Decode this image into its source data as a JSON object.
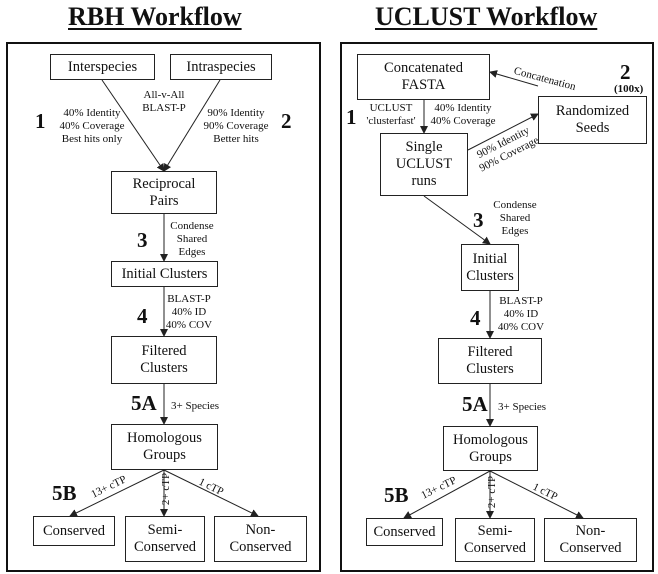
{
  "rbh": {
    "title": "RBH Workflow",
    "boxes": {
      "interspecies": "Interspecies",
      "intraspecies": "Intraspecies",
      "reciprocal": "Reciprocal\nPairs",
      "initial": "Initial Clusters",
      "filtered": "Filtered\nClusters",
      "homologous": "Homologous\nGroups",
      "conserved": "Conserved",
      "semi": "Semi-\nConserved",
      "non": "Non-\nConserved"
    },
    "labels": {
      "all_v_all": "All-v-All\nBLAST-P",
      "step1_params": "40% Identity\n40% Coverage\nBest hits only",
      "step2_params": "90% Identity\n90% Coverage\nBetter hits",
      "condense": "Condense\nShared\nEdges",
      "blast": "BLAST-P\n40% ID\n40% COV",
      "species": "3+ Species",
      "ctp13": "13+ cTP",
      "ctp2": "2+ cTP",
      "ctp1": "1 cTP"
    },
    "steps": {
      "s1": "1",
      "s2": "2",
      "s3": "3",
      "s4": "4",
      "s5a": "5A",
      "s5b": "5B"
    }
  },
  "uclust": {
    "title": "UCLUST Workflow",
    "boxes": {
      "fasta": "Concatenated\nFASTA",
      "seeds": "Randomized\nSeeds",
      "single": "Single\nUCLUST\nruns",
      "initial": "Initial\nClusters",
      "filtered": "Filtered\nClusters",
      "homologous": "Homologous\nGroups",
      "conserved": "Conserved",
      "semi": "Semi-\nConserved",
      "non": "Non-\nConserved"
    },
    "labels": {
      "uclust_cf": "UCLUST\n'clusterfast'",
      "step1_params": "40% Identity\n40% Coverage",
      "concatenation": "Concatenation",
      "diag_params": "90% Identity\n90% Coverage",
      "condense": "Condense\nShared\nEdges",
      "blast": "BLAST-P\n40% ID\n40% COV",
      "species": "3+ Species",
      "ctp13": "13+ cTP",
      "ctp2": "2+ cTP",
      "ctp1": "1 cTP"
    },
    "steps": {
      "s1": "1",
      "s2": "2",
      "s2x": "(100x)",
      "s3": "3",
      "s4": "4",
      "s5a": "5A",
      "s5b": "5B"
    }
  }
}
